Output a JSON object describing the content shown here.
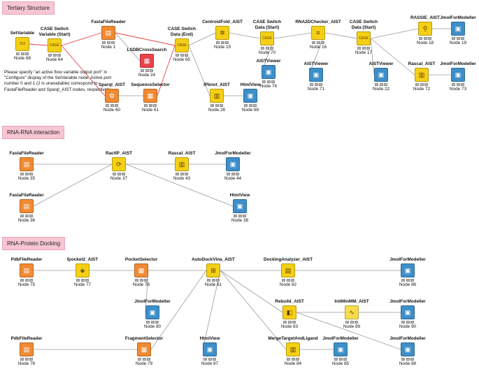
{
  "sections": [
    {
      "title": "Tertiary Structure"
    },
    {
      "title": "RNA-RNA interaction"
    },
    {
      "title": "RNA-Protein Docking"
    }
  ],
  "note": "Please specify \"an active flow variable output port\" in \"Configure\" display of the SetVariable node.  Active port number 0 and 1 (2 is unavailable) correspond to FastaFileReader and Sparql_AIST nodes, respectively.",
  "nodes": [
    {
      "name": "SetVariable",
      "id": "Node 68",
      "color": "yellow",
      "glyph": "012"
    },
    {
      "name": "CASE Switch Variable (Start)",
      "id": "Node 64",
      "color": "yellow",
      "glyph": "CASE"
    },
    {
      "name": "FastaFileReader",
      "id": "Node 1",
      "color": "orange",
      "glyph": "▤"
    },
    {
      "name": "LSDBCrossSearch",
      "id": "Node 24",
      "color": "red",
      "glyph": "▦"
    },
    {
      "name": "Sparql_AIST",
      "id": "Node 60",
      "color": "orange",
      "glyph": "⚙"
    },
    {
      "name": "SequenceSelector",
      "id": "Node 61",
      "color": "orange",
      "glyph": "▦"
    },
    {
      "name": "CASE Switch Data (End)",
      "id": "Node 65",
      "color": "yellow",
      "glyph": "CASE"
    },
    {
      "name": "CentroidFold_AIST",
      "id": "Node 15",
      "color": "yellow",
      "glyph": "✲"
    },
    {
      "name": "IPknot_AIST",
      "id": "Node 26",
      "color": "yellow",
      "glyph": "▥"
    },
    {
      "name": "HtmlView",
      "id": "Node 69",
      "color": "blue",
      "glyph": "▣"
    },
    {
      "name": "CASE Switch Data (Start)",
      "id": "Node 70",
      "color": "yellow",
      "glyph": "CASE"
    },
    {
      "name": "AISTViewer",
      "id": "Node 74",
      "color": "blue",
      "glyph": "▣"
    },
    {
      "name": "RNA2DChecker_AIST",
      "id": "Node 16",
      "color": "yellow",
      "glyph": "≡"
    },
    {
      "name": "AISTViewer",
      "id": "Node 71",
      "color": "blue",
      "glyph": "▣"
    },
    {
      "name": "CASE Switch Data (Start)",
      "id": "Node 17",
      "color": "yellow",
      "glyph": "CASE"
    },
    {
      "name": "RASSIE_AIST",
      "id": "Node 18",
      "color": "yellow",
      "glyph": "⚲"
    },
    {
      "name": "JmolForModeller",
      "id": "Node 19",
      "color": "blue",
      "glyph": "▣"
    },
    {
      "name": "AISTViewer",
      "id": "Node 22",
      "color": "blue",
      "glyph": "▣"
    },
    {
      "name": "Rascal_AIST",
      "id": "Node 72",
      "color": "yellow",
      "glyph": "▥"
    },
    {
      "name": "JmolForModeller",
      "id": "Node 73",
      "color": "blue",
      "glyph": "▣"
    },
    {
      "name": "FastaFileReader",
      "id": "Node 35",
      "color": "orange",
      "glyph": "▤"
    },
    {
      "name": "FastaFileReader",
      "id": "Node 36",
      "color": "orange",
      "glyph": "▤"
    },
    {
      "name": "RactIP_AIST",
      "id": "Node 37",
      "color": "yellow",
      "glyph": "⟳"
    },
    {
      "name": "Rascal_AIST",
      "id": "Node 43",
      "color": "yellow",
      "glyph": "▥"
    },
    {
      "name": "JmolForModeller",
      "id": "Node 44",
      "color": "blue",
      "glyph": "▣"
    },
    {
      "name": "HtmlView",
      "id": "Node 38",
      "color": "blue",
      "glyph": "▣"
    },
    {
      "name": "PdbFileReader",
      "id": "Node 75",
      "color": "orange",
      "glyph": "▤"
    },
    {
      "name": "fpocket2_AIST",
      "id": "Node 77",
      "color": "yellow",
      "glyph": "◈"
    },
    {
      "name": "PocketSelector",
      "id": "Node 78",
      "color": "orange",
      "glyph": "▦"
    },
    {
      "name": "JmolForModeller",
      "id": "Node 80",
      "color": "blue",
      "glyph": "▣"
    },
    {
      "name": "AutoDockVina_AIST",
      "id": "Node 81",
      "color": "yellow",
      "glyph": "⊞"
    },
    {
      "name": "DockingAnalyzer_AIST",
      "id": "Node 82",
      "color": "yellow",
      "glyph": "▤"
    },
    {
      "name": "JmolForModeller",
      "id": "Node 86",
      "color": "blue",
      "glyph": "▣"
    },
    {
      "name": "Rebuild_AIST",
      "id": "Node 83",
      "color": "yellow",
      "glyph": "◧"
    },
    {
      "name": "InitMinMM_AIST",
      "id": "Node 89",
      "color": "lyellow",
      "glyph": "∿"
    },
    {
      "name": "JmolForModeller",
      "id": "Node 90",
      "color": "blue",
      "glyph": "▣"
    },
    {
      "name": "PdbFileReader",
      "id": "Node 76",
      "color": "orange",
      "glyph": "▤"
    },
    {
      "name": "FragmentSelector",
      "id": "Node 79",
      "color": "orange",
      "glyph": "▦"
    },
    {
      "name": "HtmlView",
      "id": "Node 87",
      "color": "blue",
      "glyph": "▣"
    },
    {
      "name": "MergeTargetAndLigand",
      "id": "Node 84",
      "color": "yellow",
      "glyph": "▥"
    },
    {
      "name": "JmolForModeller",
      "id": "Node 85",
      "color": "blue",
      "glyph": "▣"
    },
    {
      "name": "JmolForModeller",
      "id": "Node 88",
      "color": "blue",
      "glyph": "▣"
    }
  ]
}
